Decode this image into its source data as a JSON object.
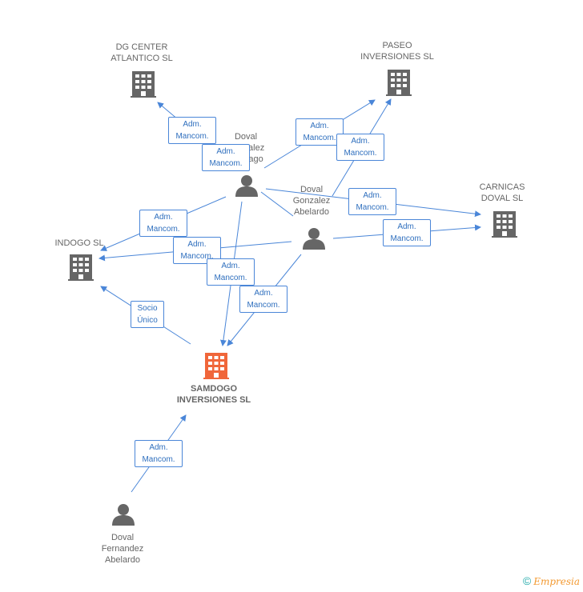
{
  "colors": {
    "edge": "#4a86d8",
    "icon": "#666666",
    "focus": "#f0663a",
    "badge_text": "#2f6fbe"
  },
  "nodes": {
    "dg_center": {
      "line1": "DG CENTER",
      "line2": "ATLANTICO SL"
    },
    "paseo": {
      "line1": "PASEO",
      "line2": "INVERSIONES SL"
    },
    "carnicas": {
      "line1": "CARNICAS",
      "line2": "DOVAL  SL"
    },
    "indogo": {
      "line1": "INDOGO SL"
    },
    "samdogo": {
      "line1": "SAMDOGO",
      "line2": "INVERSIONES SL"
    },
    "doval_santiago": {
      "line1": "Doval",
      "line2": "Gonzalez",
      "line3": "Santiago"
    },
    "doval_abelardo": {
      "line1": "Doval",
      "line2": "Gonzalez",
      "line3": "Abelardo"
    },
    "doval_fernandez": {
      "line1": "Doval",
      "line2": "Fernandez",
      "line3": "Abelardo"
    }
  },
  "badges": {
    "adm_l1": "Adm.",
    "adm_l2": "Mancom.",
    "socio_l1": "Socio",
    "socio_l2": "Único"
  },
  "footer": {
    "symbol": "©",
    "brand": "Empresia"
  }
}
